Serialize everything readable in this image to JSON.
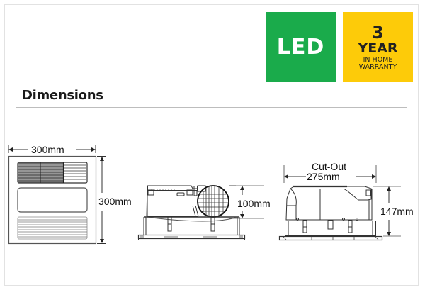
{
  "badges": {
    "led": {
      "label": "LED",
      "color": "#1aab4b"
    },
    "warranty": {
      "number": "3",
      "unit": "YEAR",
      "line1": "IN HOME",
      "line2": "WARRANTY",
      "color": "#fdcb09"
    }
  },
  "section": {
    "title": "Dimensions"
  },
  "diagrams": {
    "front": {
      "width_label": "300mm",
      "height_label": "300mm"
    },
    "side": {
      "duct_label": "100mm"
    },
    "end": {
      "cutout_title": "Cut-Out",
      "cutout_label": "275mm",
      "height_label": "147mm"
    }
  }
}
